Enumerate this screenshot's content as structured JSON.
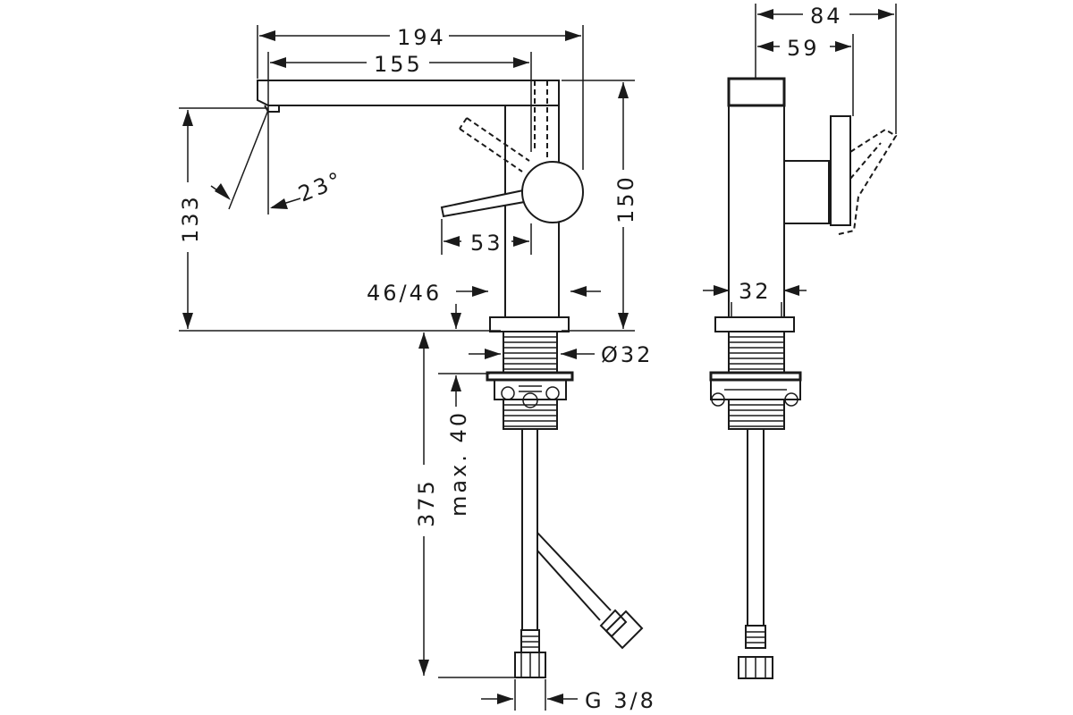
{
  "drawing": {
    "front_view": {
      "width_overall": "194",
      "spout_reach": "155",
      "spout_height": "133",
      "total_height": "150",
      "handle_depth": "53",
      "base_offset": "46/46",
      "thread_diameter": "Ø32",
      "hose_length": "375",
      "max_thickness": "max. 40",
      "connection": "G 3/8",
      "handle_angle": "23°"
    },
    "side_view": {
      "depth_overall": "84",
      "handle_offset": "59",
      "body_width": "32"
    }
  }
}
